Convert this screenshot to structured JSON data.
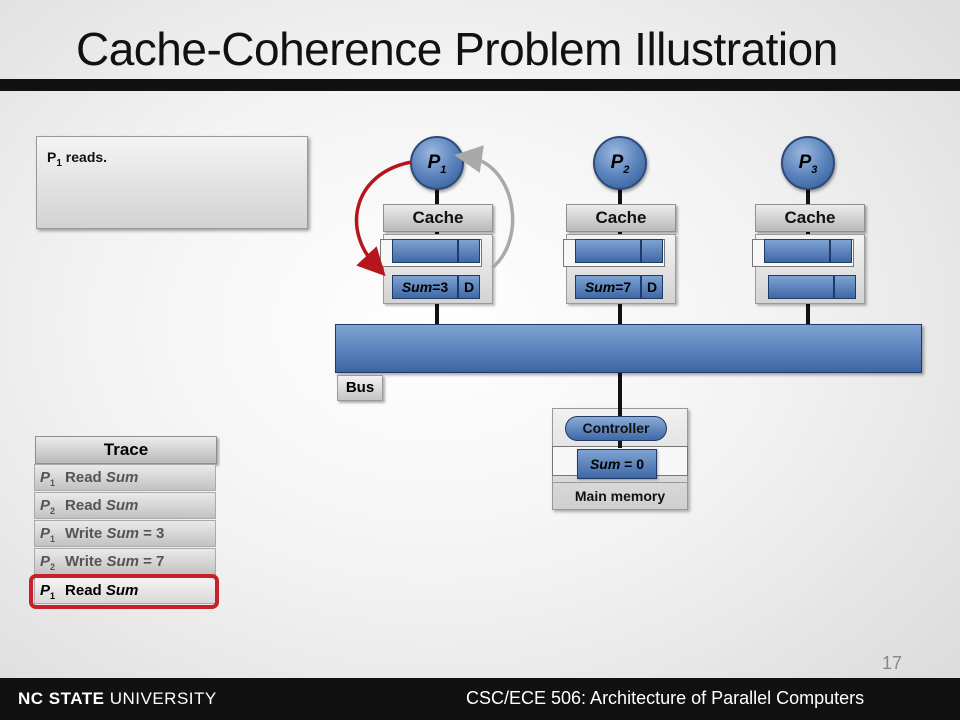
{
  "slide": {
    "title": "Cache-Coherence Problem Illustration",
    "page_number": "17"
  },
  "note": {
    "p": "P",
    "sub": "1",
    "text": " reads."
  },
  "processors": [
    {
      "p": "P",
      "sub": "1"
    },
    {
      "p": "P",
      "sub": "2"
    },
    {
      "p": "P",
      "sub": "3"
    }
  ],
  "caches": [
    {
      "label": "Cache",
      "var": "Sum",
      "eq": "=3",
      "state": "D"
    },
    {
      "label": "Cache",
      "var": "Sum",
      "eq": "=7",
      "state": "D"
    },
    {
      "label": "Cache",
      "var": "",
      "eq": "",
      "state": ""
    }
  ],
  "bus": {
    "label": "Bus"
  },
  "memory": {
    "controller": "Controller",
    "var": "Sum",
    "eq": " = 0",
    "label": "Main memory"
  },
  "trace": {
    "header": "Trace",
    "rows": [
      {
        "p": "P",
        "sub": "1",
        "op": "Read ",
        "var": "Sum",
        "rest": ""
      },
      {
        "p": "P",
        "sub": "2",
        "op": "Read ",
        "var": "Sum",
        "rest": ""
      },
      {
        "p": "P",
        "sub": "1",
        "op": "Write ",
        "var": "Sum",
        "rest": " = 3"
      },
      {
        "p": "P",
        "sub": "2",
        "op": "Write ",
        "var": "Sum",
        "rest": " = 7"
      },
      {
        "p": "P",
        "sub": "1",
        "op": "Read ",
        "var": "Sum",
        "rest": ""
      }
    ]
  },
  "footer": {
    "logo_bold": "NC STATE",
    "logo_thin": " UNIVERSITY",
    "course": "CSC/ECE 506: Architecture of Parallel Computers"
  },
  "colors": {
    "highlight": "#c8202a",
    "arrow_red": "#b5161c",
    "arrow_gray": "#a9a9a9",
    "block_blue": "#5a82bd"
  }
}
